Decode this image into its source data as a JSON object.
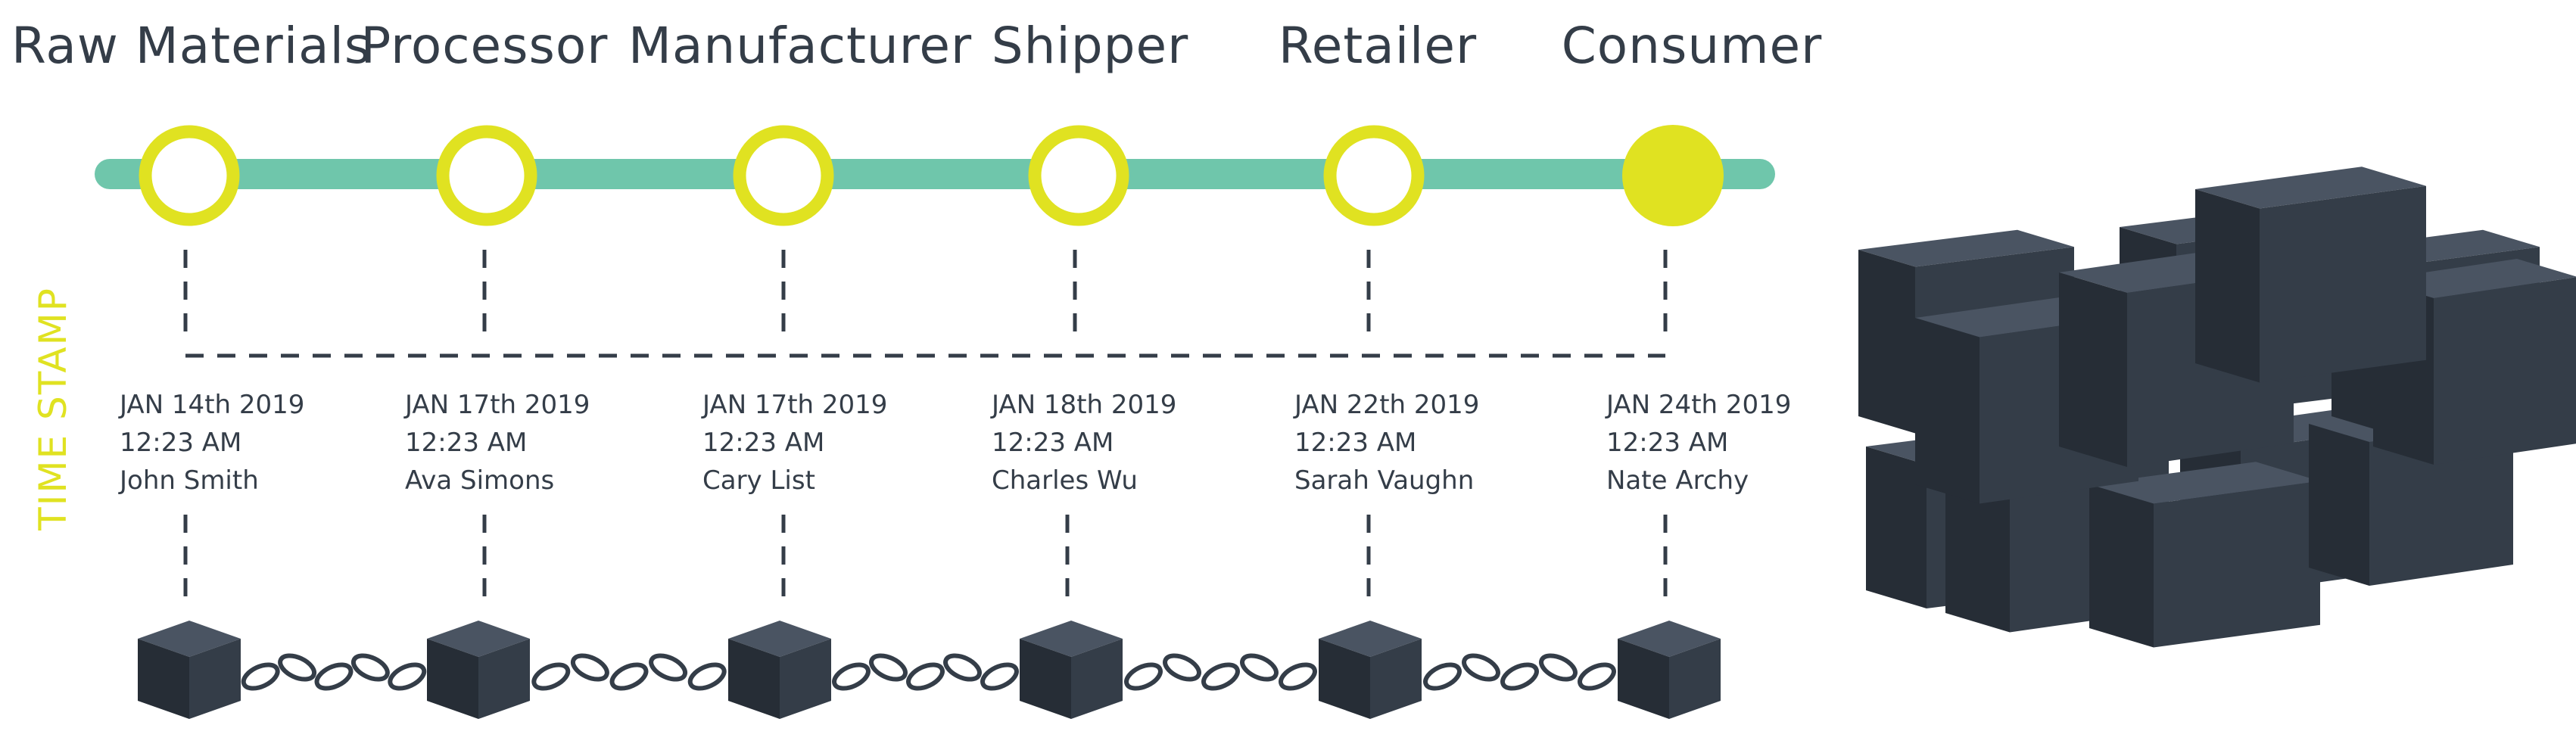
{
  "side_label": "TIME STAMP",
  "colors": {
    "timeline_bar": "#6fc6ab",
    "node_ring": "#e0e221",
    "node_fill_final": "#e0e221",
    "text": "#343d48",
    "dashed_line": "#343d48",
    "cube_top": "#4a5462",
    "cube_left": "#262d36",
    "cube_right": "#343d48",
    "chain": "#343d48"
  },
  "stages": [
    {
      "name": "Raw Materials",
      "date": "JAN 14th 2019",
      "time": "12:23  AM",
      "person": "John Smith",
      "filled": false
    },
    {
      "name": "Processor",
      "date": "JAN 17th 2019",
      "time": "12:23  AM",
      "person": "Ava Simons",
      "filled": false
    },
    {
      "name": "Manufacturer",
      "date": "JAN 17th 2019",
      "time": "12:23  AM",
      "person": "Cary List",
      "filled": false
    },
    {
      "name": "Shipper",
      "date": "JAN 18th 2019",
      "time": "12:23  AM",
      "person": "Charles Wu",
      "filled": false
    },
    {
      "name": "Retailer",
      "date": "JAN 22th 2019",
      "time": "12:23  AM",
      "person": "Sarah Vaughn",
      "filled": false
    },
    {
      "name": "Consumer",
      "date": "JAN 24th 2019",
      "time": "12:23  AM",
      "person": "Nate Archy",
      "filled": true
    }
  ]
}
